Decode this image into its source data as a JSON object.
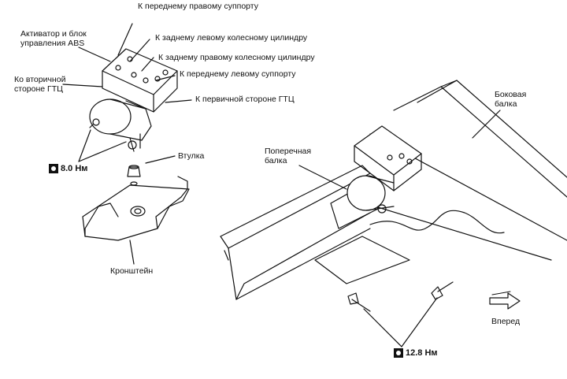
{
  "labels": {
    "actuator": "Активатор и блок управления ABS",
    "front_right_caliper": "К переднему правому суппорту",
    "rear_left_cylinder": "К заднему левому колесному цилиндру",
    "rear_right_cylinder": "К заднему правому колесному цилиндру",
    "front_left_caliper": "К переднему левому суппорту",
    "primary_gtc": "К первичной стороне ГТЦ",
    "secondary_gtc": "Ко вторичной стороне ГТЦ",
    "bushing": "Втулка",
    "bracket": "Кронштейн",
    "cross_beam": "Поперечная балка",
    "side_beam": "Боковая балка",
    "forward": "Вперед"
  },
  "torques": {
    "left": "8.0 Нм",
    "right": "12.8 Нм"
  },
  "icons": [
    "torque-wrench-icon",
    "forward-arrow-icon"
  ]
}
